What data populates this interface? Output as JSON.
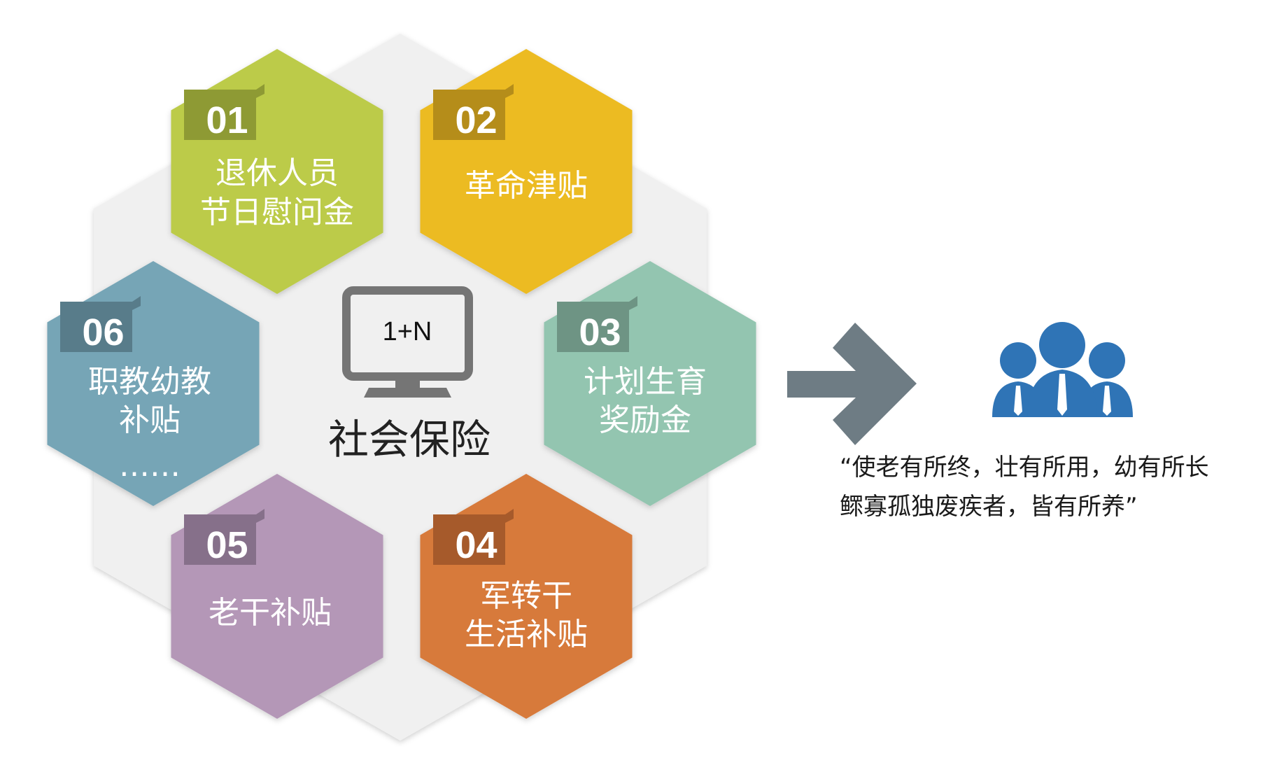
{
  "center": {
    "monitor_text": "1+N",
    "title": "社会保险"
  },
  "items": [
    {
      "num": "01",
      "lines": [
        "退休人员",
        "节日慰问金"
      ],
      "color": "#bccb48",
      "tab_color": "#8e9a34"
    },
    {
      "num": "02",
      "lines": [
        "革命津贴"
      ],
      "color": "#ecbb24",
      "tab_color": "#b58d1a"
    },
    {
      "num": "03",
      "lines": [
        "计划生育",
        "奖励金"
      ],
      "color": "#93c5b0",
      "tab_color": "#6e9484"
    },
    {
      "num": "04",
      "lines": [
        "军转干",
        "生活补贴"
      ],
      "color": "#d77a3b",
      "tab_color": "#a65a2b"
    },
    {
      "num": "05",
      "lines": [
        "老干补贴"
      ],
      "color": "#b497b7",
      "tab_color": "#86708a"
    },
    {
      "num": "06",
      "lines": [
        "职教幼教",
        "补贴",
        "……"
      ],
      "color": "#76a5b6",
      "tab_color": "#587c8a"
    }
  ],
  "quote": {
    "line1": "“使老有所终，壮有所用，幼有所长",
    "line2": "鳏寡孤独废疾者，皆有所养”"
  },
  "colors": {
    "background_hex": "#f0f0f0",
    "arrow": "#6e7c84",
    "people": "#2f74b6",
    "monitor": "#757575"
  }
}
